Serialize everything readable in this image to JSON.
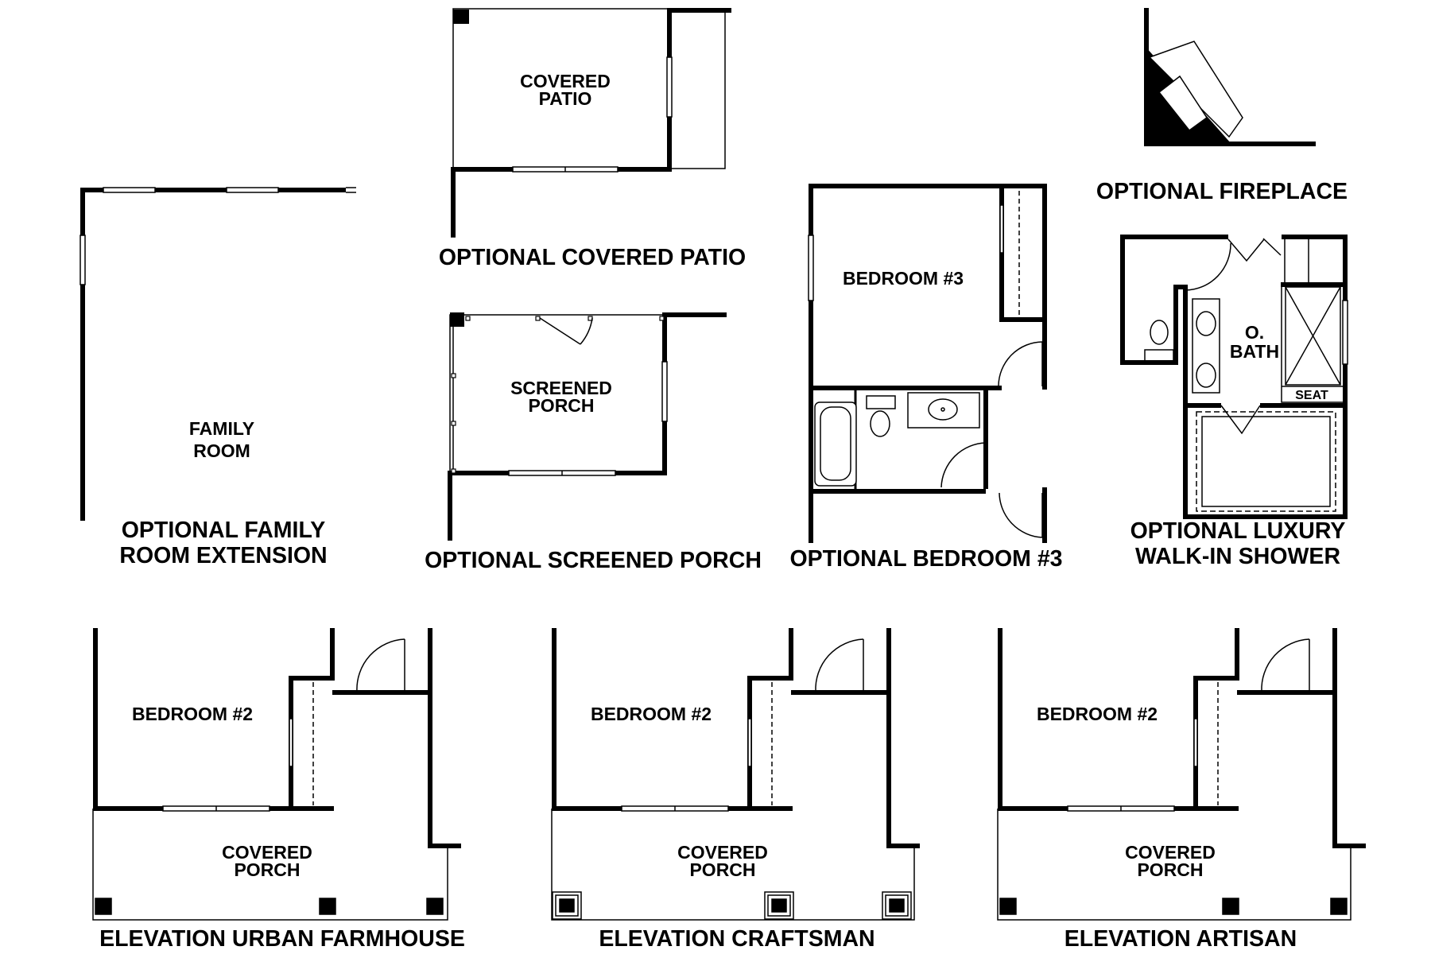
{
  "colors": {
    "wall": "#000000",
    "background": "#ffffff"
  },
  "options": {
    "family_room": {
      "room_line1": "FAMILY",
      "room_line2": "ROOM",
      "caption_line1": "OPTIONAL FAMILY",
      "caption_line2": "ROOM EXTENSION"
    },
    "covered_patio": {
      "room_line1": "COVERED",
      "room_line2": "PATIO",
      "caption": "OPTIONAL COVERED PATIO"
    },
    "screened_porch": {
      "room_line1": "SCREENED",
      "room_line2": "PORCH",
      "caption": "OPTIONAL SCREENED PORCH"
    },
    "bedroom3": {
      "room": "BEDROOM #3",
      "caption": "OPTIONAL BEDROOM #3"
    },
    "fireplace": {
      "caption": "OPTIONAL FIREPLACE"
    },
    "luxury_shower": {
      "room_line1": "O.",
      "room_line2": "BATH",
      "seat": "SEAT",
      "caption_line1": "OPTIONAL LUXURY",
      "caption_line2": "WALK-IN SHOWER"
    }
  },
  "elevations": [
    {
      "bedroom": "BEDROOM #2",
      "porch_line1": "COVERED",
      "porch_line2": "PORCH",
      "caption": "ELEVATION URBAN FARMHOUSE"
    },
    {
      "bedroom": "BEDROOM #2",
      "porch_line1": "COVERED",
      "porch_line2": "PORCH",
      "caption": "ELEVATION CRAFTSMAN"
    },
    {
      "bedroom": "BEDROOM #2",
      "porch_line1": "COVERED",
      "porch_line2": "PORCH",
      "caption": "ELEVATION ARTISAN"
    }
  ]
}
